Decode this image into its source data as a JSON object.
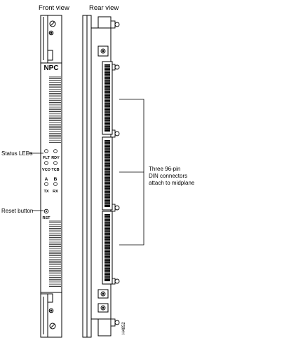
{
  "views": {
    "front": "Front view",
    "rear": "Rear view"
  },
  "module": {
    "name": "NPC",
    "led_row1": [
      "FLT",
      "RDY"
    ],
    "led_row2": [
      "VCO",
      "TCB"
    ],
    "led_row3": [
      "A",
      "B"
    ],
    "led_row4": [
      "TX",
      "RX"
    ],
    "reset_label": "RST"
  },
  "callouts": {
    "status_leds": "Status LEDs",
    "reset_button": "Reset button",
    "connectors_line1": "Three 96-pin",
    "connectors_line2": "DIN connectors",
    "connectors_line3": "attach to midplane"
  },
  "figure_id": "H4852",
  "colors": {
    "line": "#000000",
    "background": "#ffffff"
  }
}
